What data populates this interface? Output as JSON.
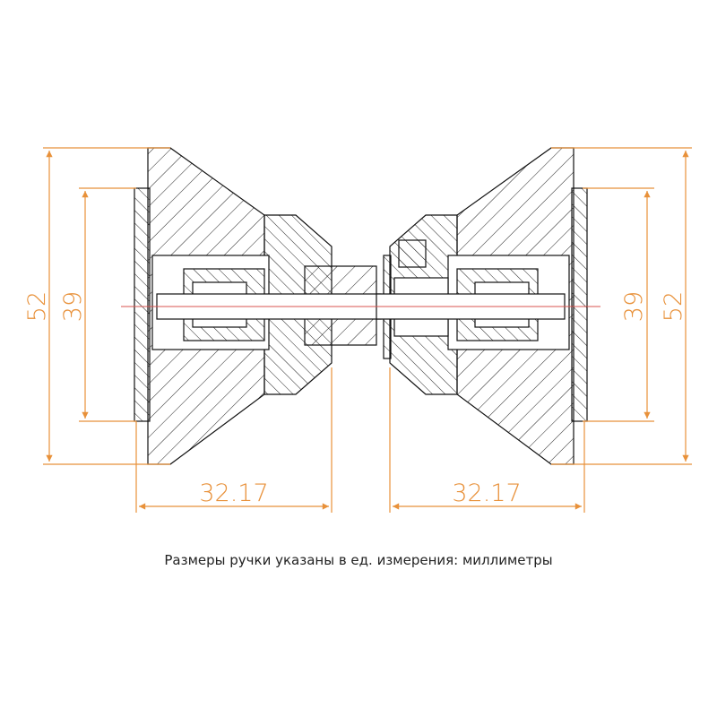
{
  "dimensions": {
    "outer_height_left": "52",
    "inner_height_left": "39",
    "inner_height_right": "39",
    "outer_height_right": "52",
    "depth_left": "32.17",
    "depth_right": "32.17"
  },
  "caption": "Размеры ручки указаны в ед. измерения: миллиметры",
  "colors": {
    "dimension": "#e8913a",
    "drawing": "#111111",
    "centerline": "#d9534f"
  }
}
